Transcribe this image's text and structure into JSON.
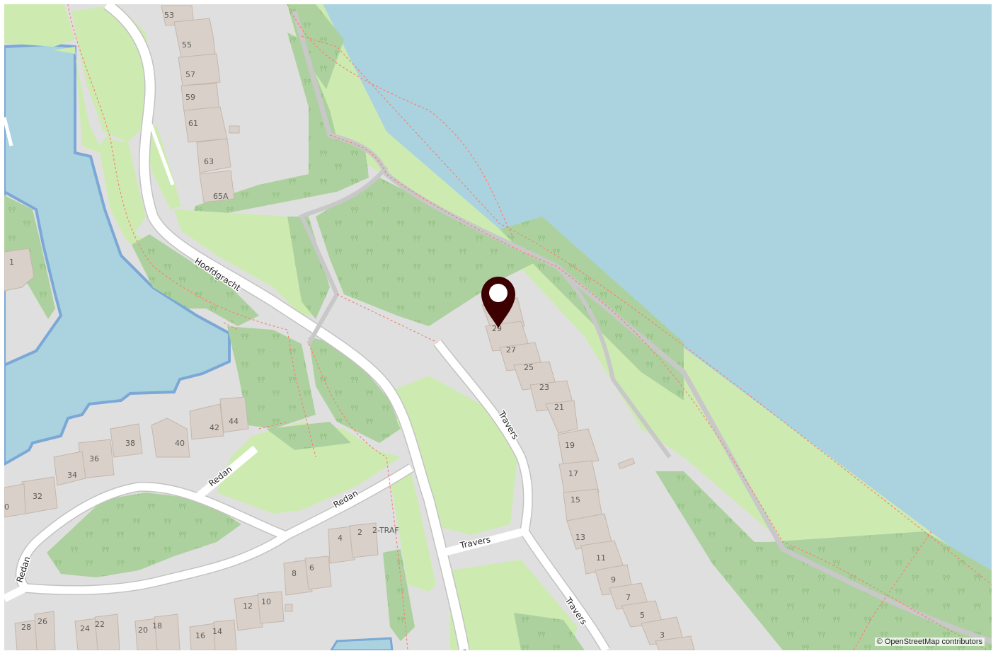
{
  "map": {
    "attribution": "© OpenStreetMap contributors",
    "marker_icon": "map-pin-icon",
    "colors": {
      "water": "#aad3df",
      "grass": "#cdebb0",
      "wood": "#add19e",
      "residential": "#e0dfdf",
      "building": "#d9d0c9",
      "road": "#ffffff",
      "footpath": "#fa8072",
      "marker": "#3d0000"
    },
    "street_labels": {
      "hoofdgracht": "Hoofdgracht",
      "travers_1": "Travers",
      "travers_2": "Travers",
      "travers_3": "Travers",
      "redan_1": "Redan",
      "redan_2": "Redan",
      "redan_3": "Redan",
      "h_cut": "H"
    },
    "house_numbers": {
      "n53": "53",
      "n55": "55",
      "n57": "57",
      "n59": "59",
      "n61": "61",
      "n63": "63",
      "n65a": "65A",
      "n29": "29",
      "n27": "27",
      "n25": "25",
      "n23": "23",
      "n21": "21",
      "n19": "19",
      "n17": "17",
      "n15": "15",
      "n13": "13",
      "n11": "11",
      "n9": "9",
      "n7": "7",
      "n5": "5",
      "n3": "3",
      "n1": "1",
      "n42": "42",
      "n44": "44",
      "n40": "40",
      "n38": "38",
      "n36": "36",
      "n34": "34",
      "n32": "32",
      "n0": "0",
      "n4": "4",
      "n2": "2",
      "n2traf": "2-TRAF",
      "n8": "8",
      "n6": "6",
      "n12": "12",
      "n10": "10",
      "n16": "16",
      "n14": "14",
      "n20": "20",
      "n18": "18",
      "n24": "24",
      "n22": "22",
      "n28": "28",
      "n26": "26"
    }
  }
}
